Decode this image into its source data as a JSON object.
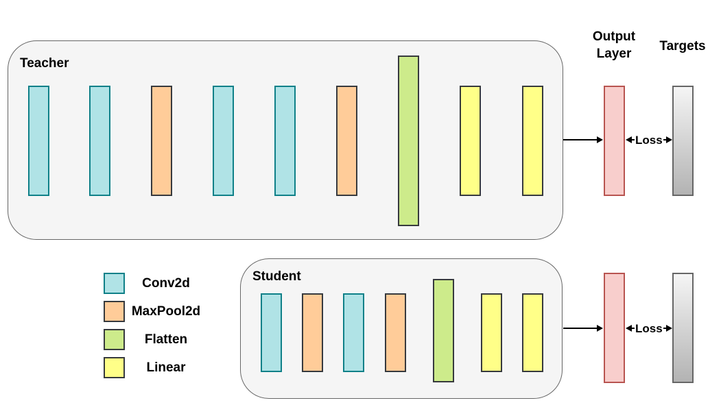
{
  "diagram": {
    "teacher": {
      "label": "Teacher",
      "layers": [
        "conv",
        "conv",
        "pool",
        "conv",
        "conv",
        "pool",
        "flatten",
        "linear",
        "linear"
      ]
    },
    "student": {
      "label": "Student",
      "layers": [
        "conv",
        "pool",
        "conv",
        "pool",
        "flatten",
        "linear",
        "linear"
      ]
    },
    "headers": {
      "output_layer": "Output\nLayer",
      "targets": "Targets"
    },
    "loss": {
      "teacher_label": "Loss",
      "student_label": "Loss"
    },
    "legend": {
      "items": [
        {
          "type": "conv",
          "label": "Conv2d"
        },
        {
          "type": "pool",
          "label": "MaxPool2d"
        },
        {
          "type": "flatten",
          "label": "Flatten"
        },
        {
          "type": "linear",
          "label": "Linear"
        }
      ]
    },
    "palette": {
      "conv": {
        "fill": "#b0e3e6",
        "stroke": "#0e8088"
      },
      "pool": {
        "fill": "#ffcc99",
        "stroke": "#36393d"
      },
      "flatten": {
        "fill": "#cdeb8b",
        "stroke": "#36393d"
      },
      "linear": {
        "fill": "#ffff88",
        "stroke": "#36393d"
      },
      "output": {
        "fill": "#f8cecc",
        "stroke": "#b85450"
      },
      "target": {
        "fill_top": "#f5f5f5",
        "fill_bottom": "#b3b3b3",
        "stroke": "#666666"
      },
      "container": {
        "fill": "#f5f5f5",
        "stroke": "#666666"
      },
      "arrow": "#000000"
    }
  }
}
